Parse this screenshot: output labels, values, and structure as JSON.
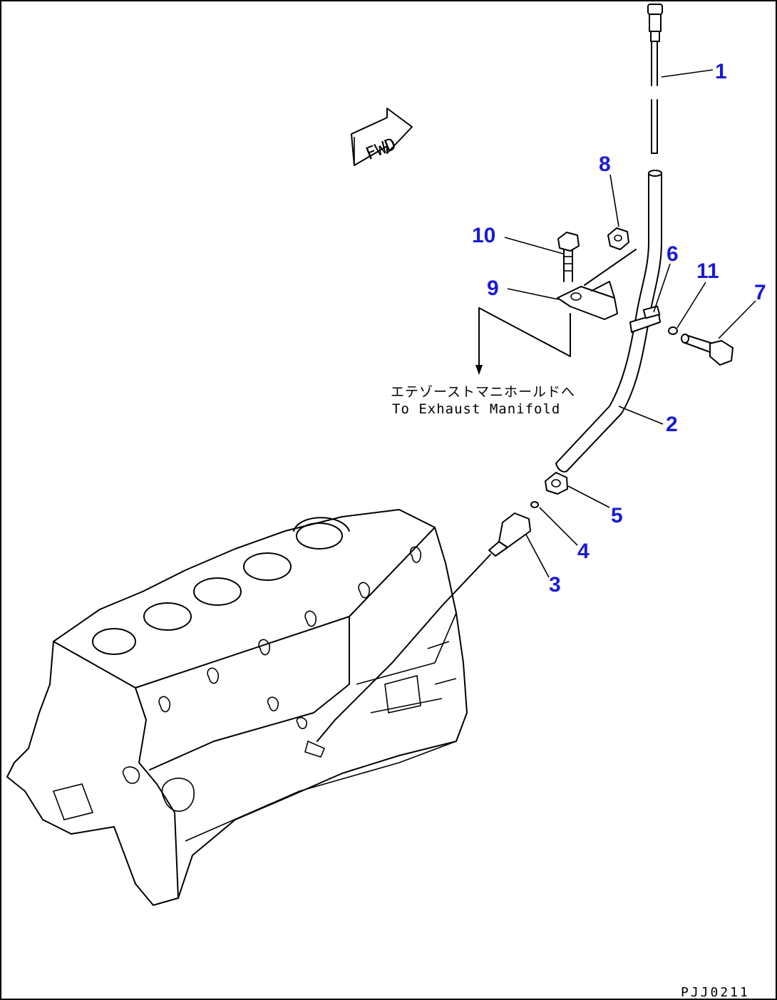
{
  "callouts": [
    {
      "id": "1",
      "label": "1"
    },
    {
      "id": "2",
      "label": "2"
    },
    {
      "id": "3",
      "label": "3"
    },
    {
      "id": "4",
      "label": "4"
    },
    {
      "id": "5",
      "label": "5"
    },
    {
      "id": "6",
      "label": "6"
    },
    {
      "id": "7",
      "label": "7"
    },
    {
      "id": "8",
      "label": "8"
    },
    {
      "id": "9",
      "label": "9"
    },
    {
      "id": "10",
      "label": "10"
    },
    {
      "id": "11",
      "label": "11"
    }
  ],
  "direction_marker": "FWD",
  "note": {
    "japanese": "エテゾーストマニホールドへ",
    "english": "To Exhaust Manifold"
  },
  "drawing_code": "PJJ0211",
  "colors": {
    "callout": "#1a1ad6",
    "line": "#000000",
    "background": "#ffffff"
  }
}
